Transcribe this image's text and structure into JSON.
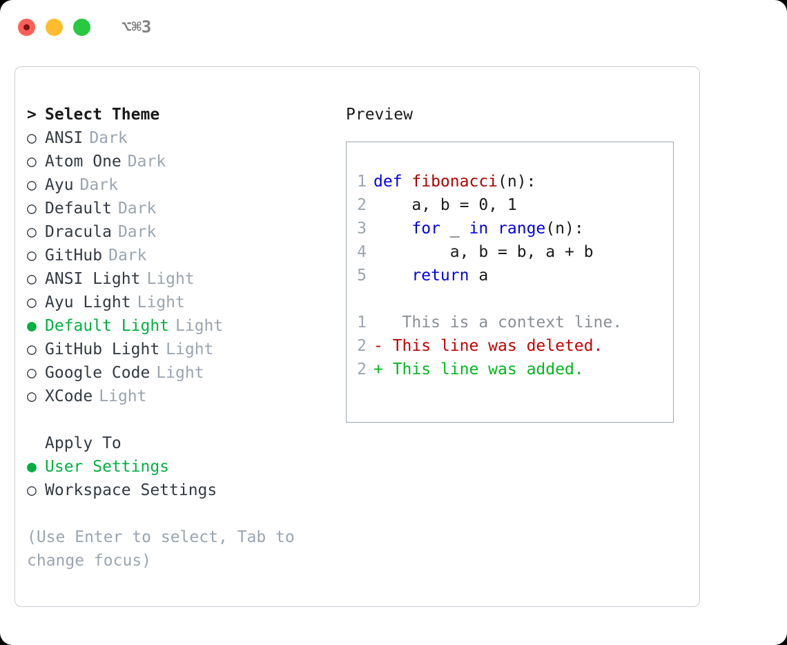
{
  "titlebar": {
    "shortcut": "⌥⌘3",
    "buttons": [
      {
        "name": "close",
        "color": "#ff5f57"
      },
      {
        "name": "minimize",
        "color": "#febc2e"
      },
      {
        "name": "zoom",
        "color": "#28c840"
      }
    ]
  },
  "theme_picker": {
    "heading": "Select Theme",
    "heading_marker": ">",
    "marker_selected": "●",
    "marker_unselected": "○",
    "accent_color": "#00b140",
    "muted_color": "#9aa5b1",
    "items": [
      {
        "label": "ANSI",
        "variant": "Dark",
        "selected": false
      },
      {
        "label": "Atom One",
        "variant": "Dark",
        "selected": false
      },
      {
        "label": "Ayu",
        "variant": "Dark",
        "selected": false
      },
      {
        "label": "Default",
        "variant": "Dark",
        "selected": false
      },
      {
        "label": "Dracula",
        "variant": "Dark",
        "selected": false
      },
      {
        "label": "GitHub",
        "variant": "Dark",
        "selected": false
      },
      {
        "label": "ANSI Light",
        "variant": "Light",
        "selected": false
      },
      {
        "label": "Ayu Light",
        "variant": "Light",
        "selected": false
      },
      {
        "label": "Default Light",
        "variant": "Light",
        "selected": true
      },
      {
        "label": "GitHub Light",
        "variant": "Light",
        "selected": false
      },
      {
        "label": "Google Code",
        "variant": "Light",
        "selected": false
      },
      {
        "label": "XCode",
        "variant": "Light",
        "selected": false
      }
    ]
  },
  "apply_to": {
    "heading": "Apply To",
    "items": [
      {
        "label": "User Settings",
        "selected": true
      },
      {
        "label": "Workspace Settings",
        "selected": false
      }
    ]
  },
  "hint": "(Use Enter to select, Tab to change focus)",
  "preview": {
    "title": "Preview",
    "code": [
      {
        "lineno": "1",
        "tokens": [
          {
            "t": "def ",
            "c": "kw"
          },
          {
            "t": "fibonacci",
            "c": "fn"
          },
          {
            "t": "(n):",
            "c": "pln"
          }
        ]
      },
      {
        "lineno": "2",
        "tokens": [
          {
            "t": "    a, b = 0, 1",
            "c": "pln"
          }
        ]
      },
      {
        "lineno": "3",
        "tokens": [
          {
            "t": "    ",
            "c": "pln"
          },
          {
            "t": "for",
            "c": "kw"
          },
          {
            "t": " _ ",
            "c": "pln"
          },
          {
            "t": "in",
            "c": "kw"
          },
          {
            "t": " ",
            "c": "pln"
          },
          {
            "t": "range",
            "c": "kw"
          },
          {
            "t": "(n):",
            "c": "pln"
          }
        ]
      },
      {
        "lineno": "4",
        "tokens": [
          {
            "t": "        a, b = b, a + b",
            "c": "pln"
          }
        ]
      },
      {
        "lineno": "5",
        "tokens": [
          {
            "t": "    ",
            "c": "pln"
          },
          {
            "t": "return",
            "c": "kw"
          },
          {
            "t": " a",
            "c": "pln"
          }
        ]
      }
    ],
    "diff": [
      {
        "lineno": "1",
        "sign": " ",
        "text": "  This is a context line.",
        "kind": "d-ctx"
      },
      {
        "lineno": "2",
        "sign": "-",
        "text": " This line was deleted.",
        "kind": "d-del"
      },
      {
        "lineno": "2",
        "sign": "+",
        "text": " This line was added.",
        "kind": "d-add"
      }
    ],
    "colors": {
      "keyword": "#0000ee",
      "function": "#b00000",
      "plain": "#1a1a1a",
      "lineno": "#9aa5b1",
      "diff_context": "#8a8f96",
      "diff_deleted": "#c40000",
      "diff_added": "#00b81d"
    }
  }
}
